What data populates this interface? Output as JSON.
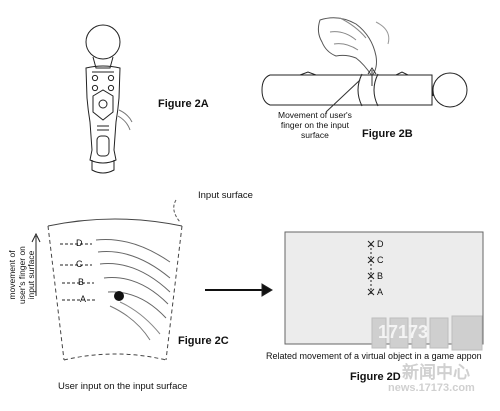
{
  "figures": {
    "fig2a": {
      "label": "Figure 2A"
    },
    "fig2b": {
      "label": "Figure 2B",
      "annotation": [
        "Movement of user's",
        "finger on the input",
        "surface"
      ]
    },
    "fig2c": {
      "label": "Figure 2C",
      "surface_label": "Input surface",
      "side_label": [
        "movement of",
        "user's finger on",
        "input surface"
      ],
      "points": [
        "D",
        "C",
        "B",
        "A"
      ],
      "caption": "User input on the input surface"
    },
    "fig2d": {
      "label": "Figure 2D",
      "points": [
        "D",
        "C",
        "B",
        "A"
      ],
      "caption": "Related movement of a virtual object in a game appon"
    }
  },
  "watermark": {
    "logo": "17173",
    "cn": "新闻中心",
    "url": "news.17173.com"
  },
  "colors": {
    "line": "#222222",
    "screen": "#ececec",
    "watermark": "#cfcfcf"
  }
}
